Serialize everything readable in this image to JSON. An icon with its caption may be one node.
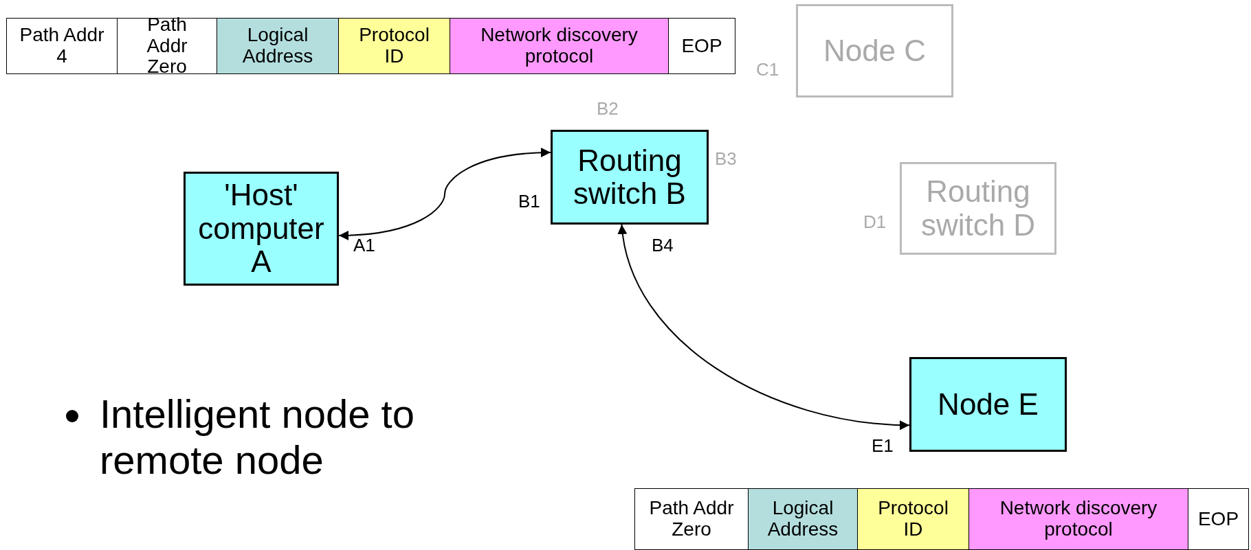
{
  "diagram": {
    "nodes": [
      {
        "text": [
          "Node C"
        ],
        "beside": [
          "C1"
        ]
      },
      {
        "text": [
          "Routing switch B"
        ],
        "beside": [
          "B2",
          "B3",
          "B1",
          "B4"
        ]
      },
      {
        "text": [
          "'Host' computer A"
        ],
        "beside": [
          "A1"
        ]
      },
      {
        "text": [
          "Routing switch D"
        ],
        "beside": [
          "D1"
        ]
      },
      {
        "text": [
          "Node E"
        ],
        "beside": [
          "E1"
        ]
      }
    ],
    "edges": [
      {
        "from": 2,
        "to": 1,
        "arrow": "both"
      },
      {
        "from": 1,
        "to": 4,
        "arrow": "both"
      }
    ],
    "labels": [
      "Path Addr 4",
      "Path Addr Zero",
      "Logical Address",
      "Protocol ID",
      "Network discovery protocol",
      "EOP",
      "Path Addr Zero",
      "Logical Address",
      "Protocol ID",
      "Network discovery protocol",
      "EOP",
      "Intelligent node to remote node"
    ]
  }
}
